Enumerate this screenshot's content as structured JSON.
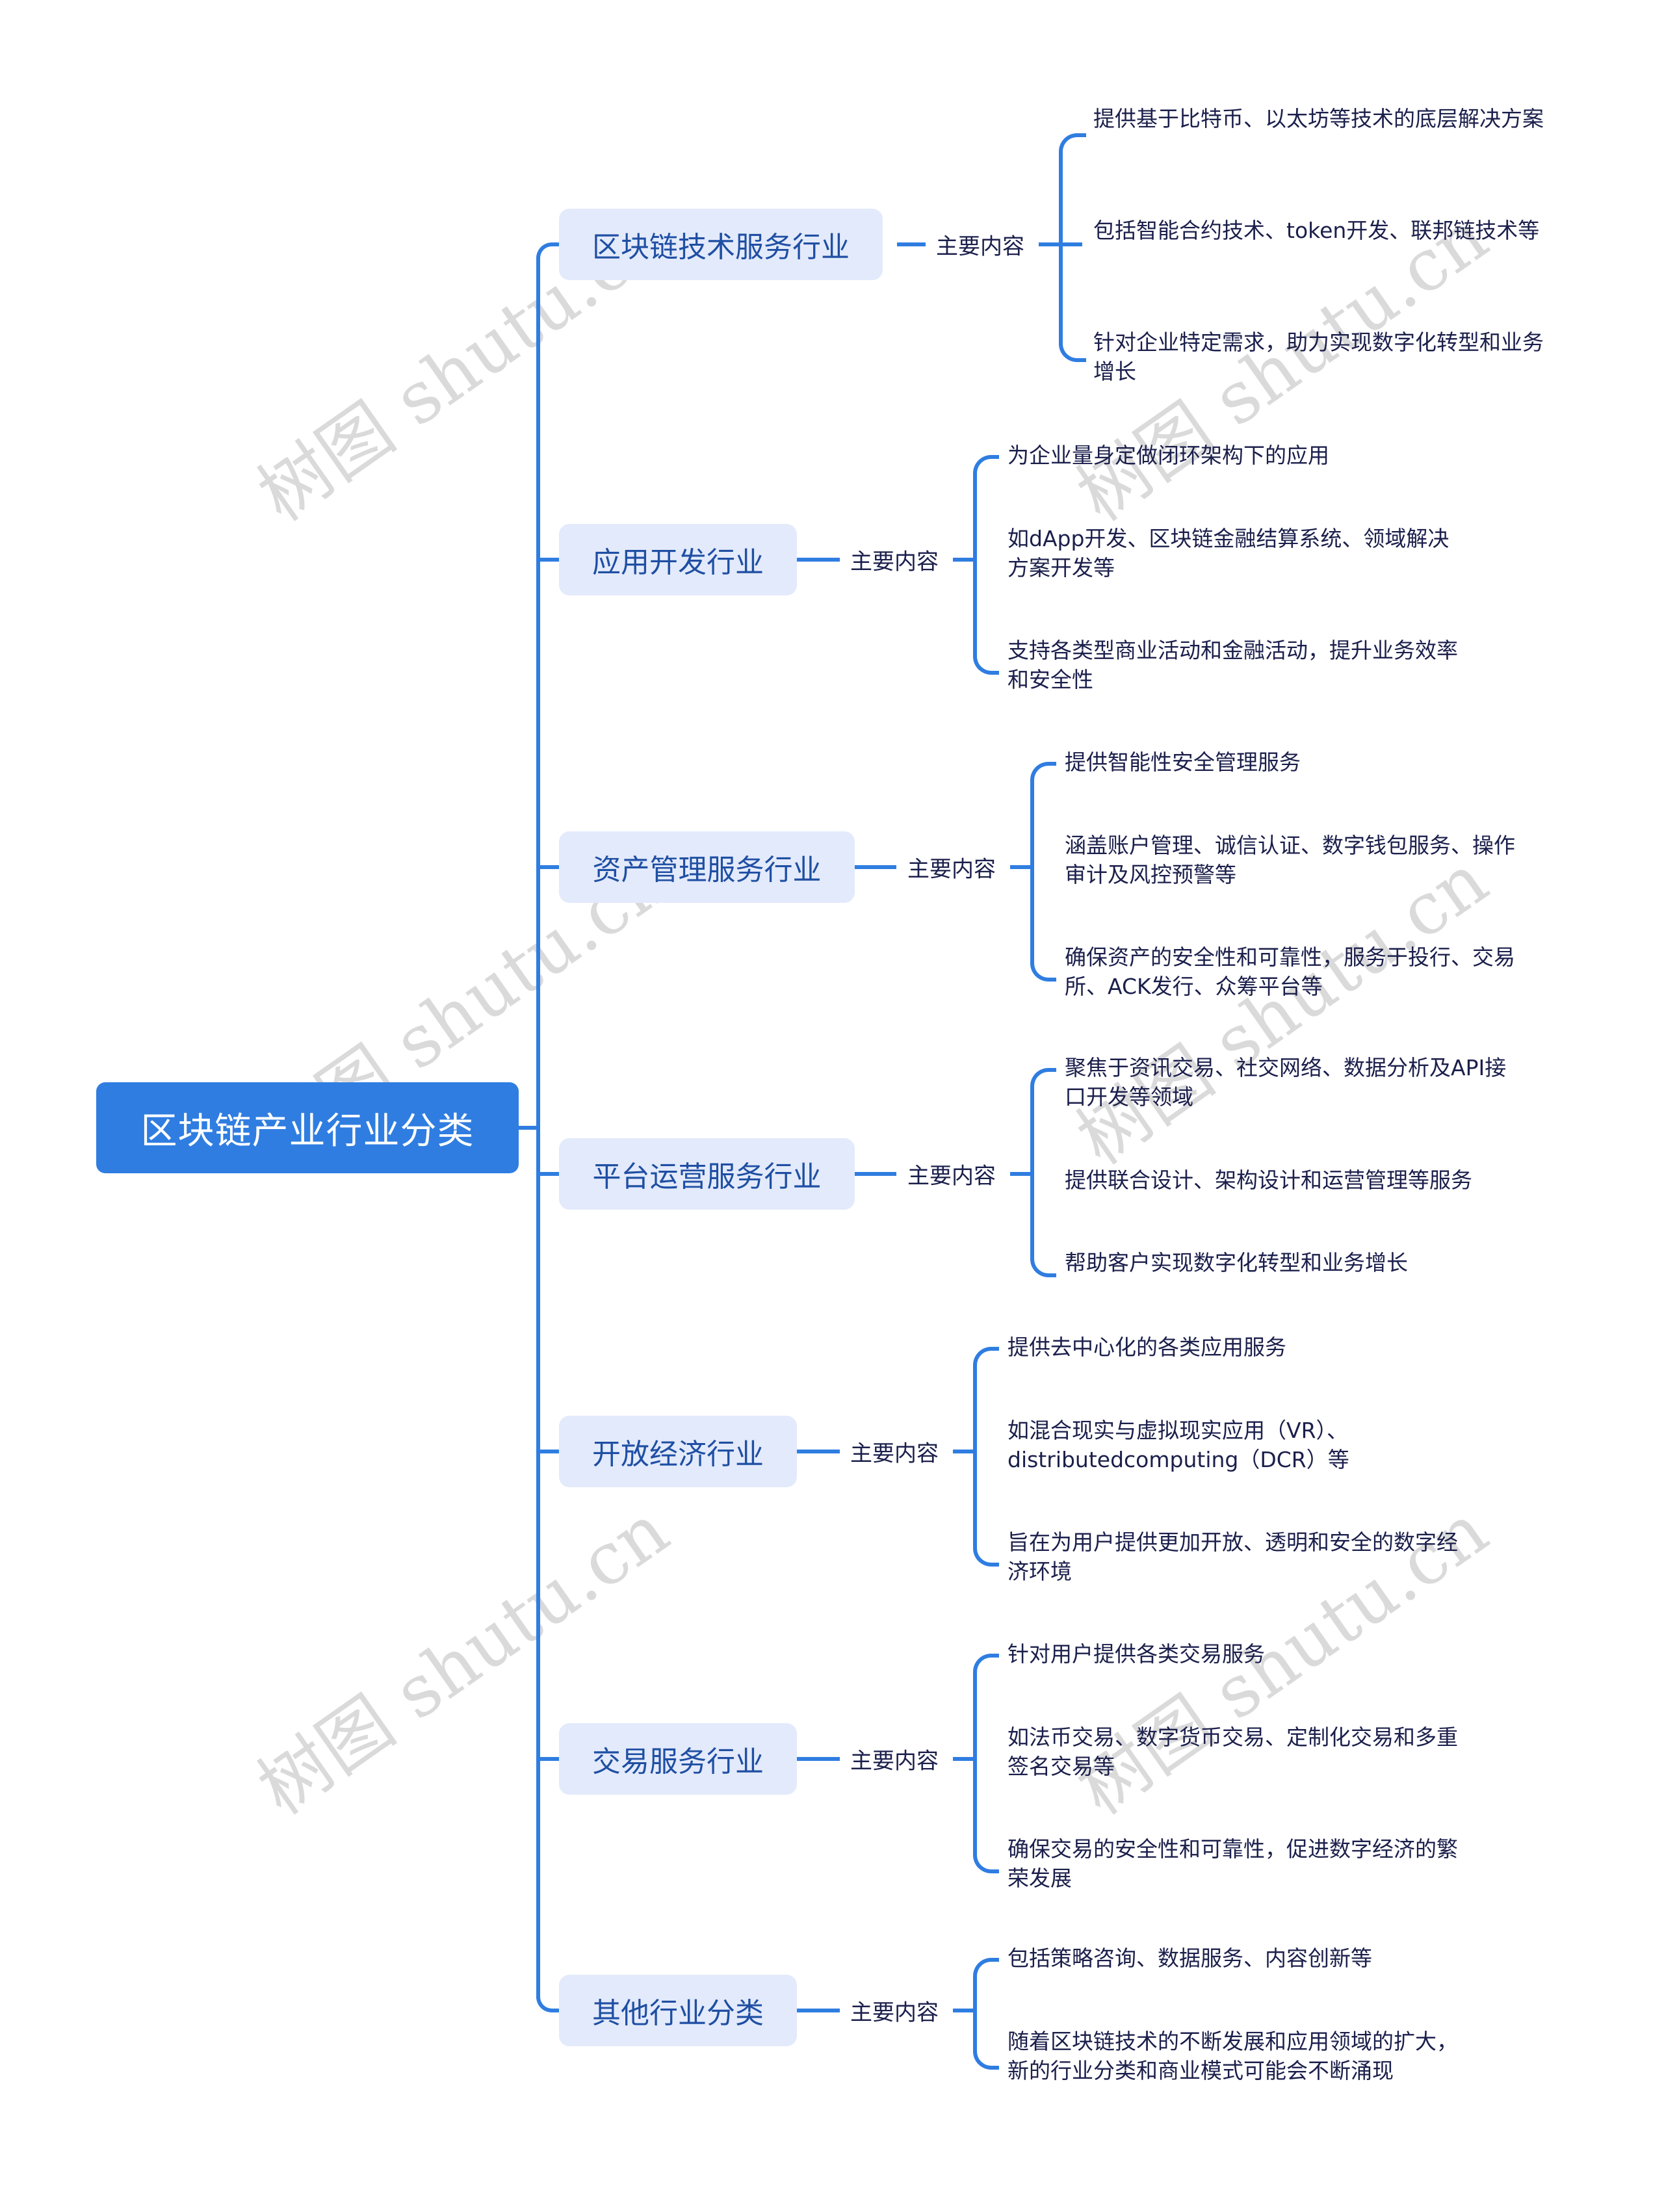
{
  "root": {
    "title": "区块链产业行业分类"
  },
  "branch_label": "主要内容",
  "colors": {
    "accent": "#2f7de1",
    "node_bg": "#e3eafb",
    "node_text": "#1f4fa3",
    "text": "#1b1f4b"
  },
  "branches": [
    {
      "title": "区块链技术服务行业",
      "label": "主要内容",
      "items": [
        "提供基于比特币、以太坊等技术的底层解决方案",
        "包括智能合约技术、token开发、联邦链技术等",
        "针对企业特定需求，助力实现数字化转型和业务增长"
      ]
    },
    {
      "title": "应用开发行业",
      "label": "主要内容",
      "items": [
        "为企业量身定做闭环架构下的应用",
        "如dApp开发、区块链金融结算系统、领域解决方案开发等",
        "支持各类型商业活动和金融活动，提升业务效率和安全性"
      ]
    },
    {
      "title": "资产管理服务行业",
      "label": "主要内容",
      "items": [
        "提供智能性安全管理服务",
        "涵盖账户管理、诚信认证、数字钱包服务、操作审计及风控预警等",
        "确保资产的安全性和可靠性，服务于投行、交易所、ACK发行、众筹平台等"
      ]
    },
    {
      "title": "平台运营服务行业",
      "label": "主要内容",
      "items": [
        "聚焦于资讯交易、社交网络、数据分析及API接口开发等领域",
        "提供联合设计、架构设计和运营管理等服务",
        "帮助客户实现数字化转型和业务增长"
      ]
    },
    {
      "title": "开放经济行业",
      "label": "主要内容",
      "items": [
        "提供去中心化的各类应用服务",
        "如混合现实与虚拟现实应用（VR）、distributedcomputing（DCR）等",
        "旨在为用户提供更加开放、透明和安全的数字经济环境"
      ]
    },
    {
      "title": "交易服务行业",
      "label": "主要内容",
      "items": [
        "针对用户提供各类交易服务",
        "如法币交易、数字货币交易、定制化交易和多重签名交易等",
        "确保交易的安全性和可靠性，促进数字经济的繁荣发展"
      ]
    },
    {
      "title": "其他行业分类",
      "label": "主要内容",
      "items": [
        "包括策略咨询、数据服务、内容创新等",
        "随着区块链技术的不断发展和应用领域的扩大，新的行业分类和商业模式可能会不断涌现"
      ]
    }
  ],
  "watermark": {
    "text": "树图 shutu.cn"
  }
}
